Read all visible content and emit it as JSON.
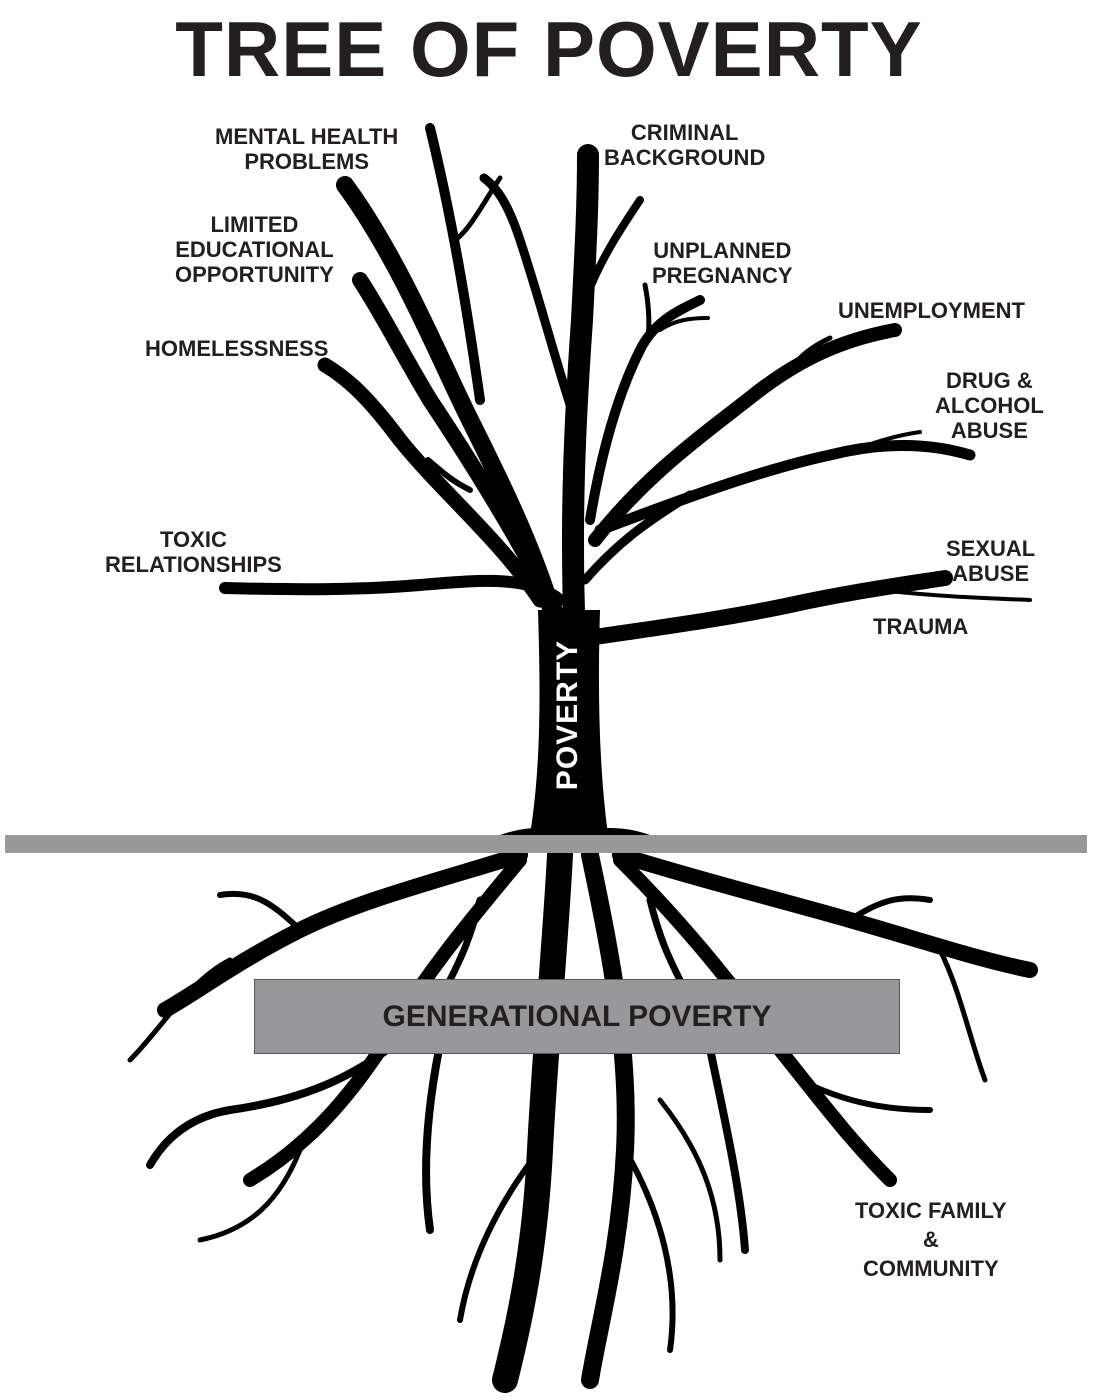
{
  "title": "TREE OF POVERTY",
  "trunk_label": "POVERTY",
  "root_box_label": "GENERATIONAL POVERTY",
  "branch_labels": {
    "mental_health": [
      "MENTAL HEALTH",
      "PROBLEMS"
    ],
    "criminal": [
      "CRIMINAL",
      "BACKGROUND"
    ],
    "education": [
      "LIMITED",
      "EDUCATIONAL",
      "OPPORTUNITY"
    ],
    "pregnancy": [
      "UNPLANNED",
      "PREGNANCY"
    ],
    "unemployment": [
      "UNEMPLOYMENT"
    ],
    "homelessness": [
      "HOMELESSNESS"
    ],
    "drug": [
      "DRUG &",
      "ALCOHOL",
      "ABUSE"
    ],
    "toxic_rel": [
      "TOXIC",
      "RELATIONSHIPS"
    ],
    "sexual": [
      "SEXUAL",
      "ABUSE"
    ],
    "trauma": [
      "TRAUMA"
    ]
  },
  "root_labels": {
    "family": [
      "TOXIC FAMILY",
      "&",
      "COMMUNITY"
    ]
  },
  "colors": {
    "ink": "#231f20",
    "tree": "#000000",
    "ground": "#98989a",
    "box": "#98989a"
  }
}
